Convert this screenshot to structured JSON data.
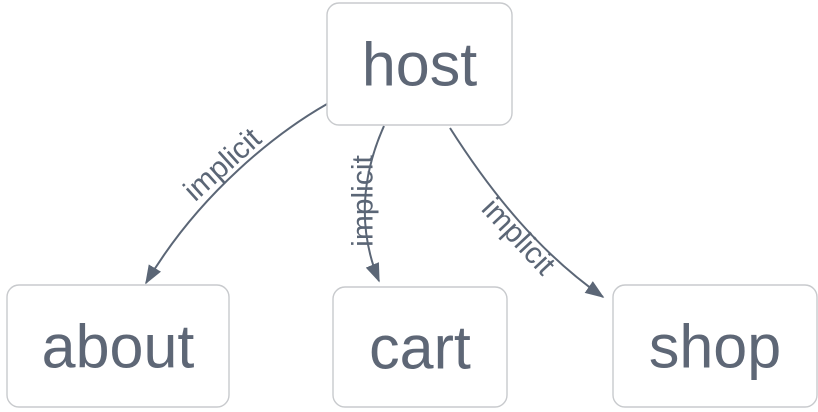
{
  "diagram": {
    "type": "flowchart",
    "direction": "top-down",
    "nodes": [
      {
        "id": "host",
        "label": "host"
      },
      {
        "id": "about",
        "label": "about"
      },
      {
        "id": "cart",
        "label": "cart"
      },
      {
        "id": "shop",
        "label": "shop"
      }
    ],
    "edges": [
      {
        "from": "host",
        "to": "about",
        "label": "implicit"
      },
      {
        "from": "host",
        "to": "cart",
        "label": "implicit"
      },
      {
        "from": "host",
        "to": "shop",
        "label": "implicit"
      }
    ],
    "colors": {
      "background": "#ffffff",
      "node_fill": "#ffffff",
      "node_border": "#c8cacd",
      "node_text": "#5e6776",
      "edge_stroke": "#5b6676",
      "edge_label_text": "#5b6676"
    }
  }
}
